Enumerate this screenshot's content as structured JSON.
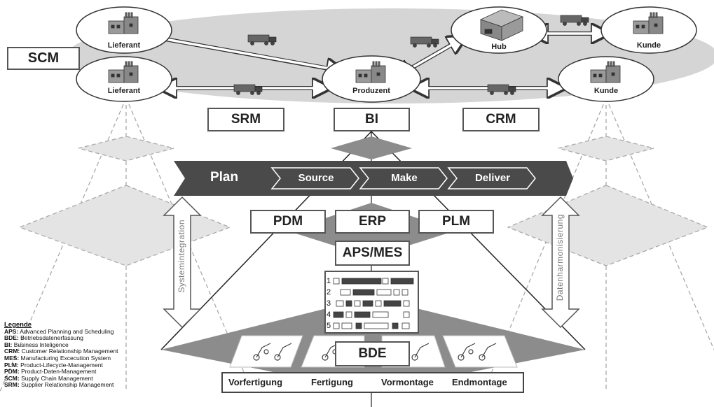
{
  "sites": {
    "lieferant_top": "Lieferant",
    "lieferant_bottom": "Lieferant",
    "produzent": "Produzent",
    "hub": "Hub",
    "kunde_top": "Kunde",
    "kunde_bottom": "Kunde"
  },
  "boxes": {
    "scm": "SCM",
    "srm": "SRM",
    "bi": "BI",
    "crm": "CRM",
    "pdm": "PDM",
    "erp": "ERP",
    "plm": "PLM",
    "aps_mes": "APS/MES",
    "bde": "BDE"
  },
  "process": {
    "plan": "Plan",
    "source": "Source",
    "make": "Make",
    "deliver": "Deliver"
  },
  "side_labels": {
    "left": "Systemintegration",
    "right": "Datenharmonisierung"
  },
  "schedule_rows": [
    "1",
    "2",
    "3",
    "4",
    "5"
  ],
  "steps": [
    "Vorfertigung",
    "Fertigung",
    "Vormontage",
    "Endmontage"
  ],
  "legend": {
    "title": "Legende",
    "items": [
      {
        "abbr": "APS:",
        "text": "Advanced Planning and Scheduling"
      },
      {
        "abbr": "BDE:",
        "text": "Betriebsdatenerfassung"
      },
      {
        "abbr": "BI:",
        "text": "Business Inteligence"
      },
      {
        "abbr": "CRM:",
        "text": "Customer Relationship Management"
      },
      {
        "abbr": "MES:",
        "text": "Manufacturing Excecution System"
      },
      {
        "abbr": "PLM:",
        "text": "Product-Lifecycle-Management"
      },
      {
        "abbr": "PDM:",
        "text": "Product-Daten-Management"
      },
      {
        "abbr": "SCM:",
        "text": "Supply Chain Management"
      },
      {
        "abbr": "SRM:",
        "text": "Supplier Relationship Management"
      }
    ]
  }
}
